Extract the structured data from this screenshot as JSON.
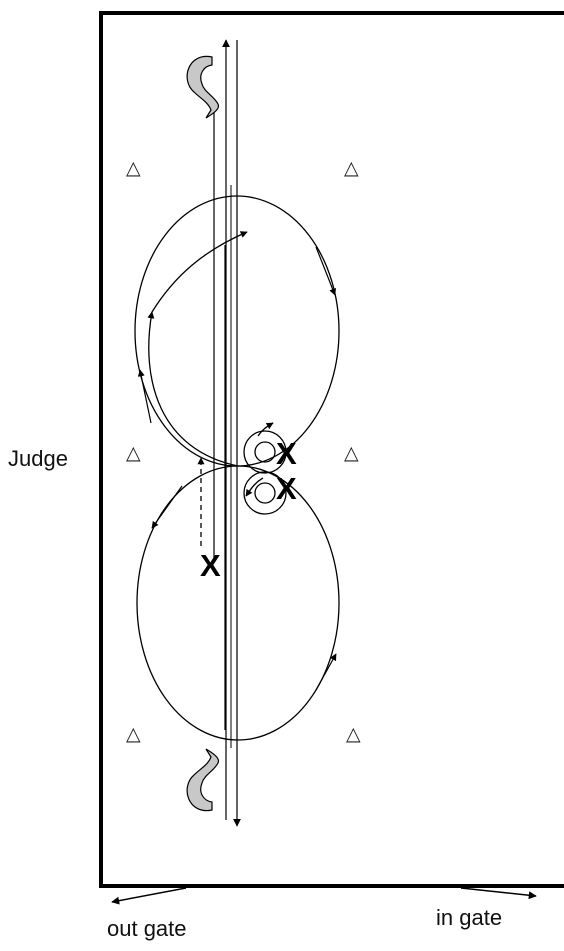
{
  "labels": {
    "judge": "Judge",
    "out_gate": "out gate",
    "in_gate": "in gate"
  },
  "markers": {
    "x_symbol": "X",
    "cone_symbol": "△"
  },
  "colors": {
    "line": "#000000",
    "curl_fill": "#c8c8c8",
    "background": "#ffffff"
  },
  "icons": {
    "cone": "triangle-cone-icon",
    "x_mark": "x-mark-icon",
    "rollback": "curved-rollback-arrow-icon"
  }
}
